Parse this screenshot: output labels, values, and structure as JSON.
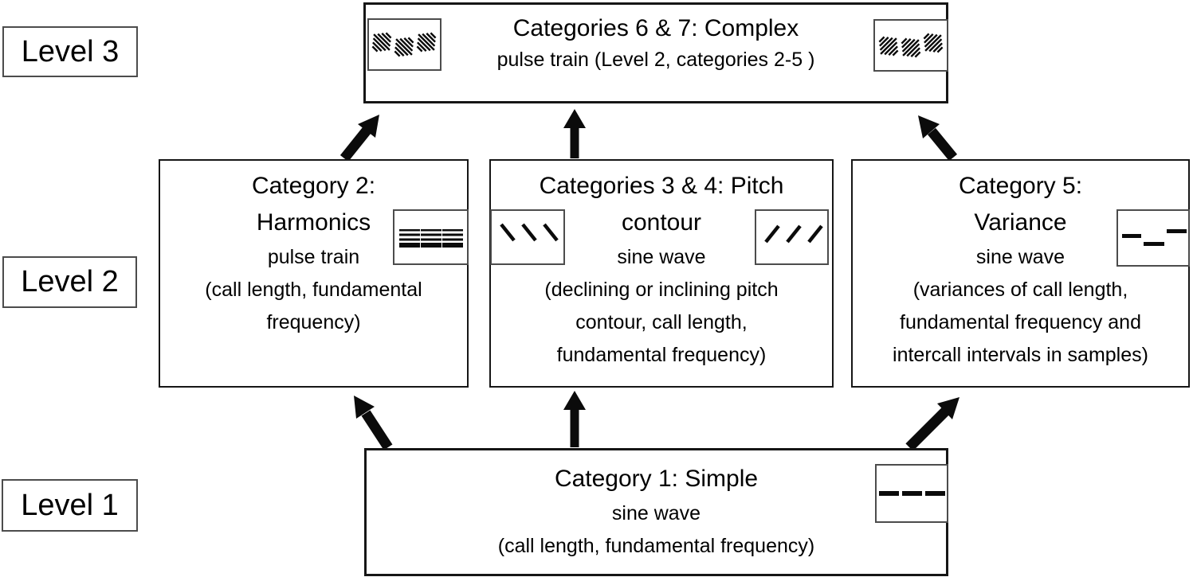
{
  "levels": {
    "level3": "Level 3",
    "level2": "Level 2",
    "level1": "Level 1"
  },
  "boxes": {
    "complex": {
      "title": "Categories 6 & 7: Complex",
      "subtitle": "pulse train (Level 2, categories 2-5 )",
      "icon_left": "descending-hatch-pulses-icon",
      "icon_right": "ascending-hatch-pulses-icon"
    },
    "harmonics": {
      "title": [
        "Category 2:",
        "Harmonics"
      ],
      "body": [
        "pulse train",
        "(call length, fundamental",
        "frequency)"
      ],
      "icon": "stacked-harmonics-icon"
    },
    "pitch": {
      "title": [
        "Categories 3 & 4: Pitch",
        "contour"
      ],
      "body": [
        "sine wave",
        "(declining or inclining pitch",
        "contour, call length,",
        "fundamental frequency)"
      ],
      "icon_left": "declining-pitch-icon",
      "icon_right": "inclining-pitch-icon"
    },
    "variance": {
      "title": [
        "Category 5:",
        "Variance"
      ],
      "body": [
        "sine wave",
        "(variances of call length,",
        "fundamental frequency and",
        "intercall intervals in samples)"
      ],
      "icon": "variable-height-dashes-icon"
    },
    "simple": {
      "title": [
        "Category 1: Simple"
      ],
      "body": [
        "sine wave",
        "(call length, fundamental frequency)"
      ],
      "icon": "level-dashes-icon"
    }
  },
  "colors": {
    "background": "#ffffff",
    "text": "#000000",
    "box_border": "#161616",
    "label_border": "#4c4c4c",
    "arrow": "#0b0b0b"
  }
}
